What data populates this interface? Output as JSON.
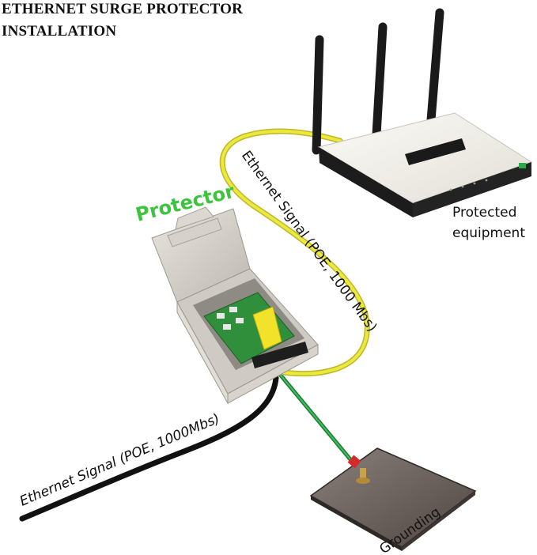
{
  "title": {
    "line1": "ETHERNET SURGE PROTECTOR",
    "line2": "INSTALLATION"
  },
  "labels": {
    "protector": "Protector",
    "signal_top": "Ethernet Signal (POE, 1000 Mbs)",
    "protected_line1": "Protected",
    "protected_line2": "equipment",
    "signal_bottom": "Ethernet Signal (POE, 1000Mbs)",
    "grounding": "Grounding"
  },
  "colors": {
    "protector_label": "#3cc43c",
    "ethernet_cable_top": "#e6e23c",
    "ethernet_cable_bottom": "#111111",
    "ground_wire": "#2ea84a",
    "ground_plate": "#6e6460",
    "router_body": "#f3f1ea",
    "antenna": "#1a1a1a"
  },
  "icons": {
    "router": "wifi-router-icon",
    "protector_box": "surge-protector-box-icon",
    "ground_plate": "grounding-plate-icon"
  }
}
